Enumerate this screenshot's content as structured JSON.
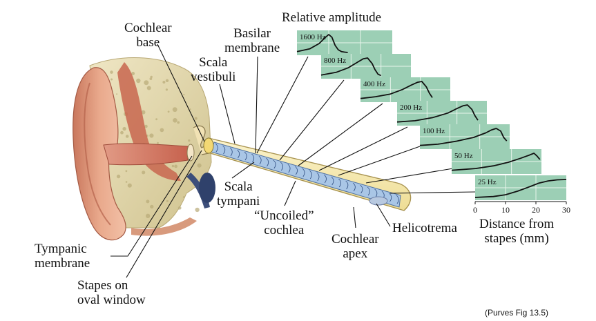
{
  "header": {
    "title": "Relative amplitude"
  },
  "labels": {
    "cochlear_base": [
      "Cochlear",
      "base"
    ],
    "basilar_membrane": [
      "Basilar",
      "membrane"
    ],
    "scala_vestibuli": [
      "Scala",
      "vestibuli"
    ],
    "scala_tympani": [
      "Scala",
      "tympani"
    ],
    "uncoiled_cochlea": [
      "“Uncoiled”",
      "cochlea"
    ],
    "cochlear_apex": [
      "Cochlear",
      "apex"
    ],
    "helicotrema": "Helicotrema",
    "tympanic_membrane": [
      "Tympanic",
      "membrane"
    ],
    "stapes": [
      "Stapes on",
      "oval window"
    ],
    "distance_axis": [
      "Distance from",
      "stapes (mm)"
    ]
  },
  "citation": "(Purves Fig 13.5)",
  "colors": {
    "panel_fill": "#9ccfb5",
    "grid": "#e8f4ec",
    "curve": "#111111",
    "membrane": "#a9c6e6",
    "duct": "#f7ecb8",
    "skin": "#e8a98c",
    "bone": "#ddd3a8"
  },
  "chart_data": {
    "type": "line",
    "x_axis": {
      "ticks": [
        0,
        10,
        20,
        30
      ],
      "label": "Distance from stapes (mm)",
      "range": [
        0,
        30
      ]
    },
    "y_axis": {
      "label": "Relative amplitude"
    },
    "series": [
      {
        "name": "1600 Hz",
        "x": [
          0,
          4,
          7,
          9,
          10,
          11,
          12,
          13,
          14,
          15,
          16
        ],
        "y": [
          0.05,
          0.2,
          0.5,
          0.85,
          1.0,
          0.85,
          0.4,
          0.15,
          0.05,
          0.02,
          0.0
        ]
      },
      {
        "name": "800 Hz",
        "x": [
          0,
          5,
          9,
          12,
          14,
          15.5,
          17,
          18,
          19,
          20
        ],
        "y": [
          0.05,
          0.2,
          0.45,
          0.75,
          0.95,
          1.0,
          0.7,
          0.35,
          0.1,
          0.02
        ]
      },
      {
        "name": "400 Hz",
        "x": [
          0,
          5,
          10,
          14,
          17,
          19,
          20.5,
          22,
          23,
          24
        ],
        "y": [
          0.05,
          0.15,
          0.3,
          0.55,
          0.8,
          0.95,
          1.0,
          0.7,
          0.35,
          0.1
        ]
      },
      {
        "name": "200 Hz",
        "x": [
          0,
          6,
          12,
          17,
          20,
          22,
          23.5,
          25,
          26,
          27
        ],
        "y": [
          0.05,
          0.12,
          0.3,
          0.55,
          0.8,
          0.95,
          1.0,
          0.75,
          0.4,
          0.15
        ]
      },
      {
        "name": "100 Hz",
        "x": [
          0,
          6,
          12,
          18,
          22,
          24,
          25.5,
          27,
          28,
          29
        ],
        "y": [
          0.05,
          0.12,
          0.28,
          0.5,
          0.75,
          0.92,
          1.0,
          0.85,
          0.5,
          0.3
        ]
      },
      {
        "name": "50 Hz",
        "x": [
          0,
          8,
          14,
          19,
          23,
          26,
          27.5,
          28.5,
          29.5
        ],
        "y": [
          0.05,
          0.15,
          0.3,
          0.5,
          0.72,
          0.9,
          1.0,
          0.85,
          0.65
        ]
      },
      {
        "name": "25 Hz",
        "x": [
          0,
          6,
          10,
          14,
          18,
          21,
          24,
          27,
          30
        ],
        "y": [
          0.0,
          0.05,
          0.15,
          0.35,
          0.6,
          0.8,
          0.92,
          0.98,
          1.0
        ]
      }
    ]
  }
}
